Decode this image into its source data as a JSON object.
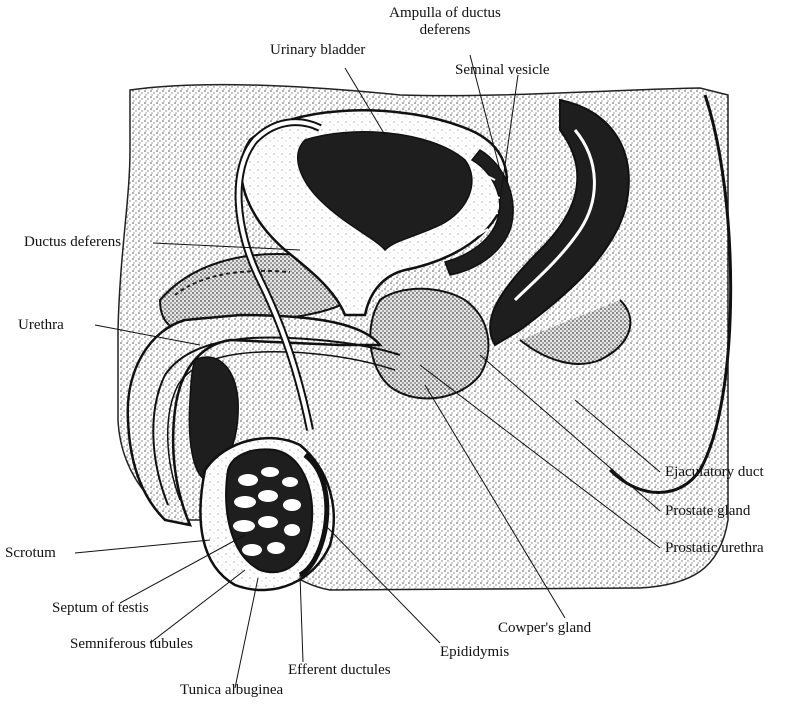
{
  "labels": {
    "ampulla_line1": "Ampulla of ductus",
    "ampulla_line2": "deferens",
    "urinary_bladder": "Urinary bladder",
    "seminal_vesicle": "Seminal vesicle",
    "ductus_deferens": "Ductus deferens",
    "urethra": "Urethra",
    "ejaculatory_duct": "Ejaculatory duct",
    "prostate_gland": "Prostate gland",
    "prostatic_urethra": "Prostatic urethra",
    "scrotum": "Scrotum",
    "septum_of_testis": "Septum of testis",
    "seminiferous_tubules": "Semniferous tubules",
    "cowpers_gland": "Cowper's gland",
    "epididymis": "Epididymis",
    "efferent_ductules": "Efferent ductules",
    "tunica_albuginea": "Tunica albuginea"
  },
  "colors": {
    "ink": "#111111",
    "stipple": "#6a6a6a",
    "dark_fill": "#1e1e1e",
    "paper": "#ffffff"
  }
}
